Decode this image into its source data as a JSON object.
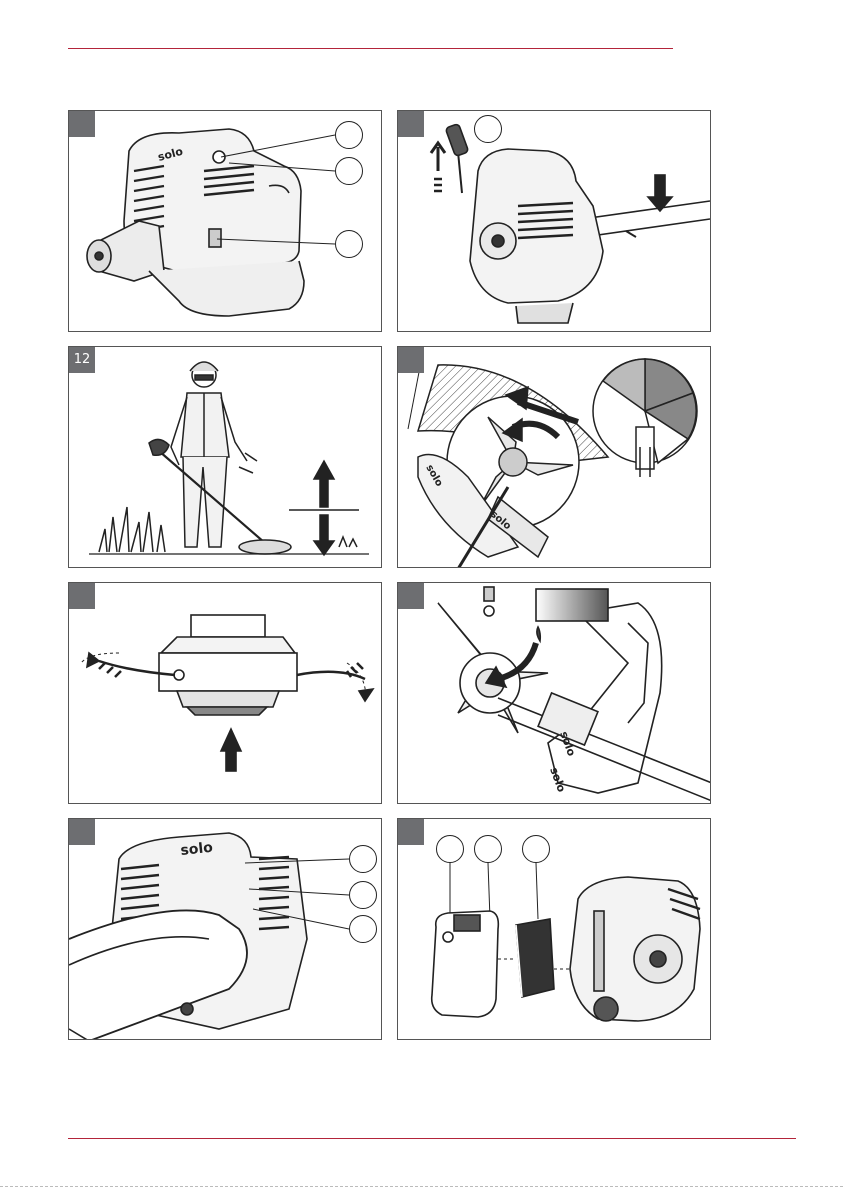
{
  "page": {
    "accent_color": "#b3243a",
    "tag_color": "#6d6e71",
    "border_color": "#555555"
  },
  "figures": [
    {
      "id": "engine-callouts",
      "tag_label": "",
      "callout_count": 3
    },
    {
      "id": "spark-plug-tool",
      "tag_label": "",
      "callout_count": 1
    },
    {
      "id": "operator-stance",
      "tag_label": "12",
      "callout_count": 0
    },
    {
      "id": "cutting-zone",
      "tag_label": "",
      "callout_count": 0
    },
    {
      "id": "trimmer-head-line",
      "tag_label": "",
      "callout_count": 0
    },
    {
      "id": "gear-lubrication",
      "tag_label": "",
      "callout_count": 0
    },
    {
      "id": "blower-engine-callouts",
      "tag_label": "",
      "callout_count": 3
    },
    {
      "id": "air-filter-parts",
      "tag_label": "",
      "callout_count": 3
    }
  ],
  "logos": {
    "brand_text": "solo"
  }
}
